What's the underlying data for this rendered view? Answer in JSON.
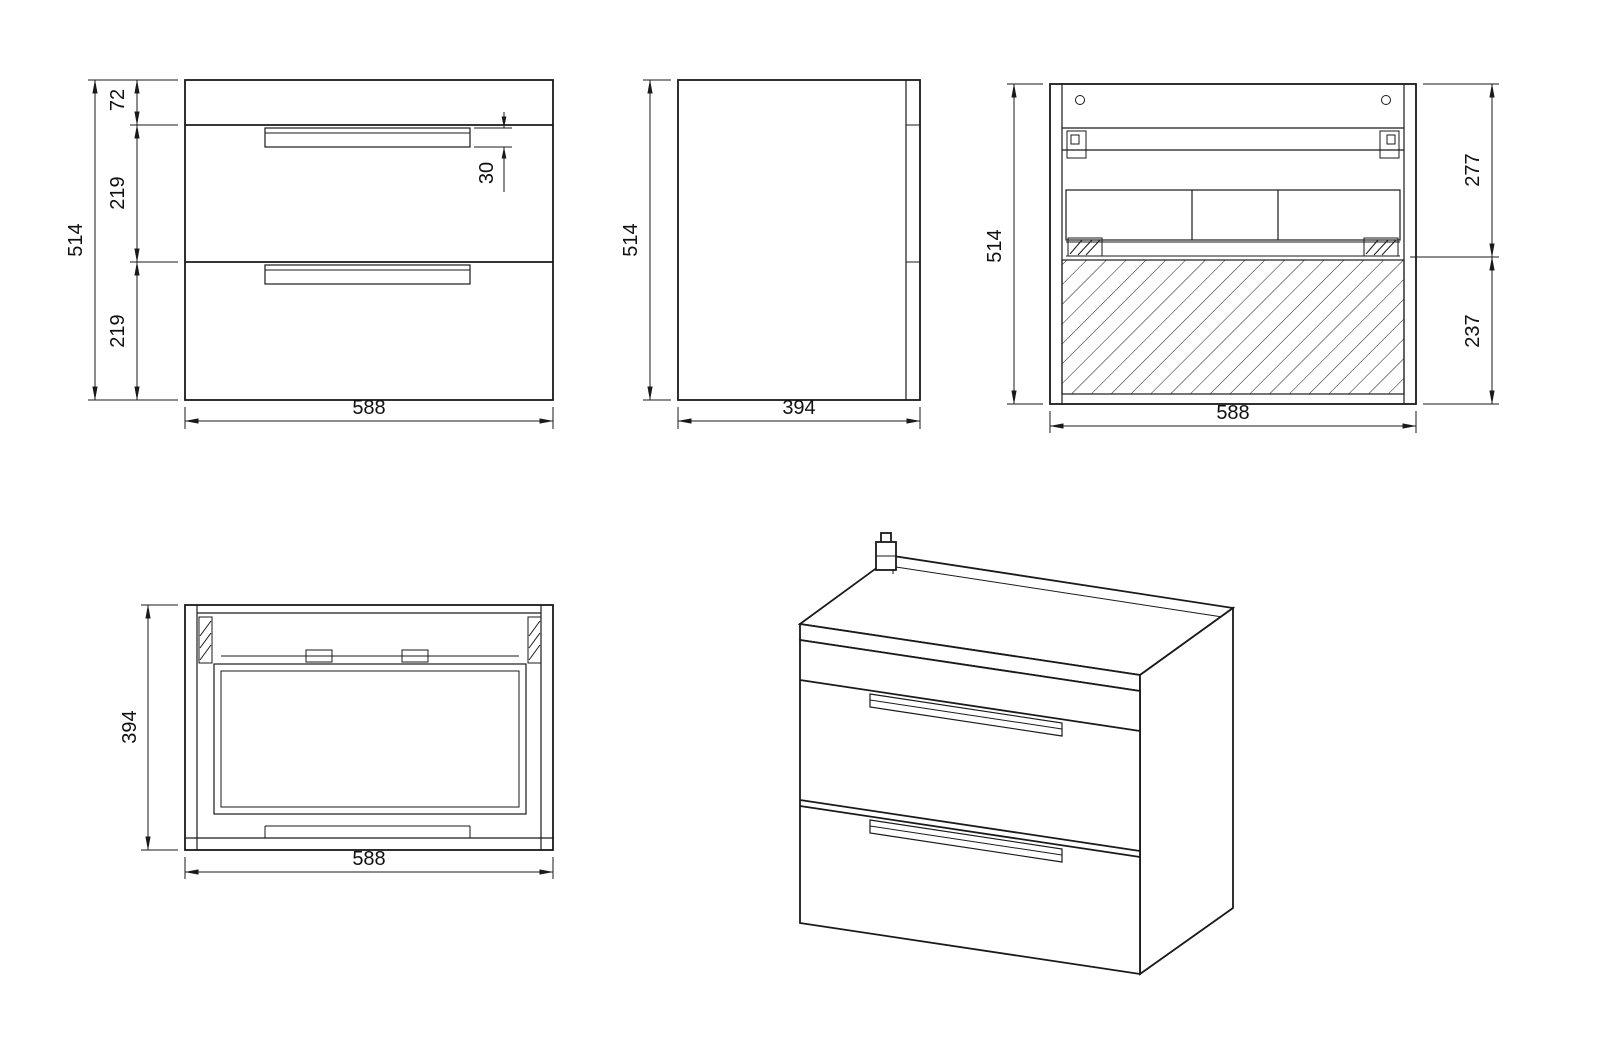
{
  "colors": {
    "line": "#1a1a1a",
    "background": "#ffffff"
  },
  "views": {
    "front": {
      "width": "588",
      "height_total": "514",
      "top_section": "72",
      "upper_drawer": "219",
      "lower_drawer": "219",
      "handle_recess": "30"
    },
    "side": {
      "height": "514",
      "depth": "394"
    },
    "back": {
      "height": "514",
      "upper_section": "277",
      "lower_section": "237",
      "width": "588"
    },
    "top": {
      "depth": "394",
      "width": "588"
    }
  }
}
